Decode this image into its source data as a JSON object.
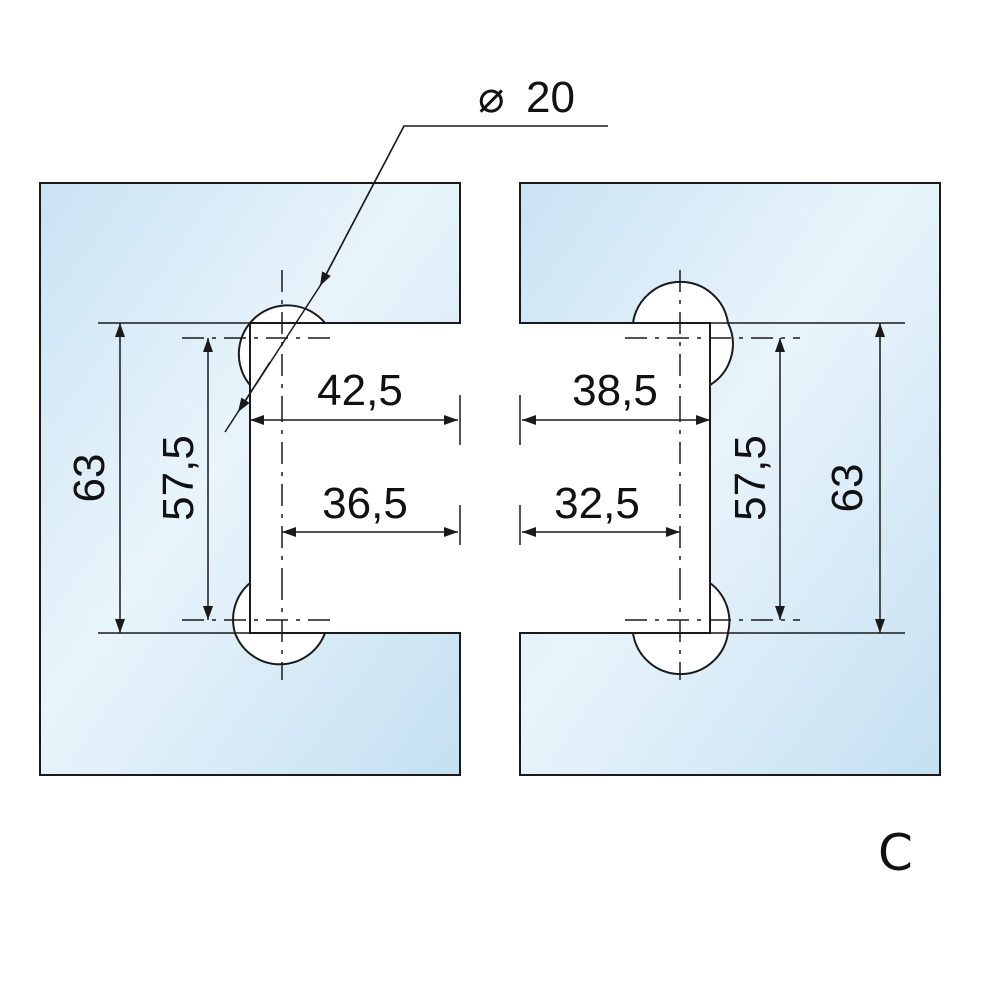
{
  "diagram": {
    "mark": "C",
    "diameter": {
      "symbol": "⌀",
      "value": "20"
    },
    "left_panel": {
      "height_outer": "63",
      "height_inner": "57,5",
      "width_top": "42,5",
      "width_bottom": "36,5"
    },
    "right_panel": {
      "height_outer": "63",
      "height_inner": "57,5",
      "width_top": "38,5",
      "width_bottom": "32,5"
    },
    "colors": {
      "glass_light": "#eef7fc",
      "glass_mid": "#cfe6f5",
      "glass_dark": "#bddcf0",
      "line": "#1a1a1a"
    }
  }
}
